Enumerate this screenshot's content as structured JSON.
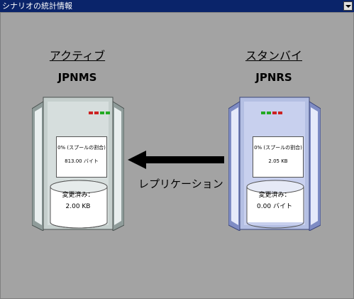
{
  "window": {
    "title": "シナリオの統計情報"
  },
  "active": {
    "role": "アクティブ",
    "name": "JPNMS",
    "spool_percent": "0% (スプールの割合)",
    "spool_value": "813.00 バイト",
    "changed_label": "変更済み：",
    "changed_value": "2.00 KB",
    "body_color": "#bfcac8",
    "lights": [
      "#cc2222",
      "#cc2222",
      "#22aa22",
      "#22aa22"
    ]
  },
  "standby": {
    "role": "スタンバイ",
    "name": "JPNRS",
    "spool_percent": "0% (スプールの割合)",
    "spool_value": "2.05 KB",
    "changed_label": "変更済み：",
    "changed_value": "0.00 バイト",
    "body_color": "#b4bfe3",
    "lights": [
      "#22aa22",
      "#22aa22",
      "#cc2222",
      "#cc2222"
    ]
  },
  "replication": {
    "label": "レプリケーション",
    "direction": "standby-to-active"
  }
}
